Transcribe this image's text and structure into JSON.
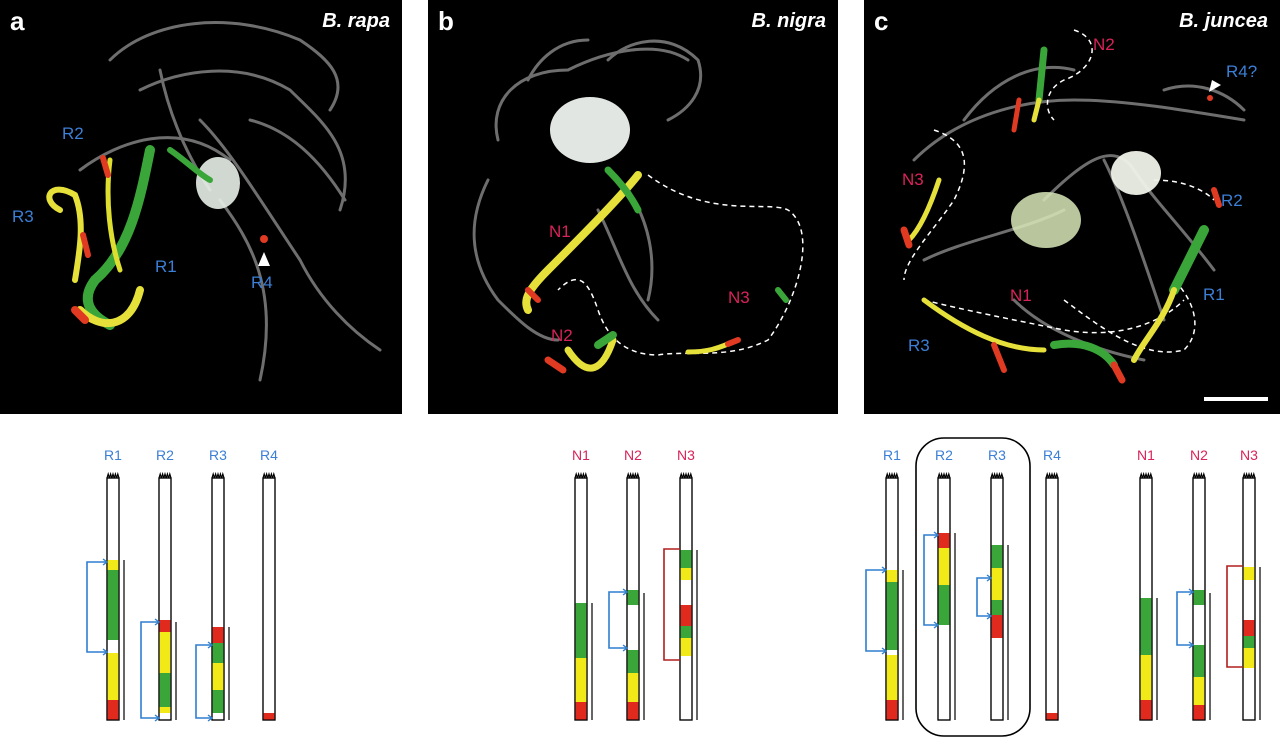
{
  "panels": [
    {
      "letter": "a",
      "species": "B. rapa",
      "labels": {
        "r1": "R1",
        "r2": "R2",
        "r3": "R3",
        "r4": "R4"
      }
    },
    {
      "letter": "b",
      "species": "B. nigra",
      "labels": {
        "n1": "N1",
        "n2": "N2",
        "n3": "N3"
      }
    },
    {
      "letter": "c",
      "species": "B. juncea",
      "labels": {
        "n1": "N1",
        "n2": "N2",
        "n3": "N3",
        "r1": "R1",
        "r2": "R2",
        "r3": "R3",
        "r4": "R4?"
      }
    }
  ],
  "chromosome_diagrams": {
    "a": [
      "R1",
      "R2",
      "R3",
      "R4"
    ],
    "b": [
      "N1",
      "N2",
      "N3"
    ],
    "c": [
      "R1",
      "R2",
      "R3",
      "R4",
      "N1",
      "N2",
      "N3"
    ]
  },
  "colors": {
    "green": "#3aa63a",
    "yellow": "#f2ea18",
    "red": "#e02a1e",
    "blue": "#2f7fd0",
    "darkred": "#b01e1e",
    "r_label": "#3b7fd6",
    "n_label": "#d8235a"
  }
}
